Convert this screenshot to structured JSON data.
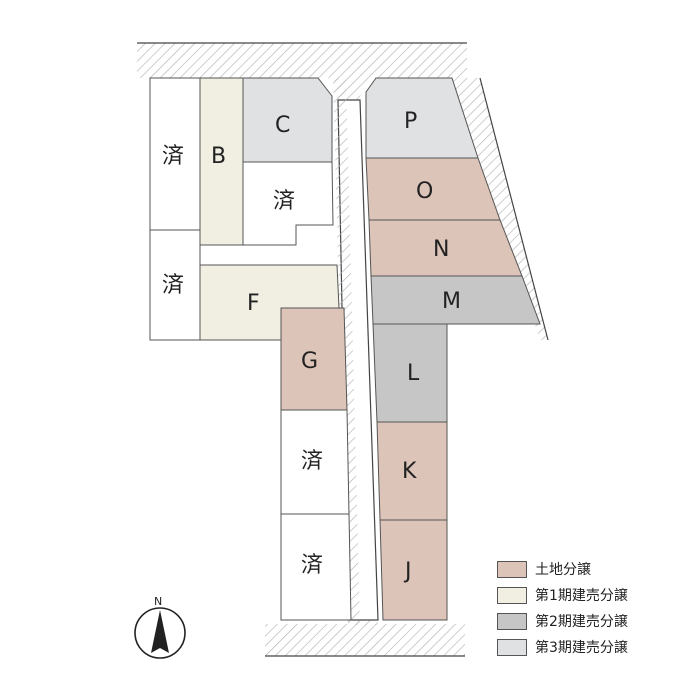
{
  "colors": {
    "land_sale": "#dcc4b8",
    "phase1": "#f1efe2",
    "phase2": "#c6c6c6",
    "phase3": "#e0e1e3",
    "sold": "#ffffff",
    "outline": "#555555",
    "hatch": "#b8b8b8"
  },
  "lots": {
    "B": "B",
    "C": "C",
    "F": "F",
    "G": "G",
    "J": "J",
    "K": "K",
    "L": "L",
    "M": "M",
    "N": "N",
    "O": "O",
    "P": "P",
    "sold": "済"
  },
  "legend": [
    {
      "label": "土地分譲",
      "color": "#dcc4b8"
    },
    {
      "label": "第1期建売分譲",
      "color": "#f1efe2"
    },
    {
      "label": "第2期建売分譲",
      "color": "#c6c6c6"
    },
    {
      "label": "第3期建売分譲",
      "color": "#e0e1e3"
    }
  ],
  "compass": {
    "label": "N",
    "icon": "north-arrow-icon"
  }
}
